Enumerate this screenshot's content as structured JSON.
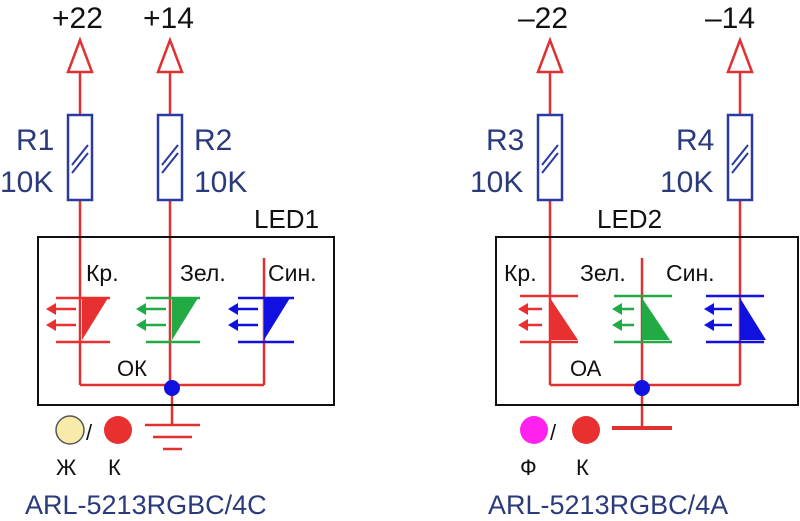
{
  "left": {
    "supply": [
      "+22",
      "+14"
    ],
    "resistors": [
      {
        "name": "R1",
        "value": "10K"
      },
      {
        "name": "R2",
        "value": "10K"
      }
    ],
    "led_name": "LED1",
    "colors": [
      "Кр.",
      "Зел.",
      "Син."
    ],
    "node": "ОК",
    "pin_labels": [
      "Ж",
      "К"
    ],
    "part": "ARL-5213RGBC/4C"
  },
  "right": {
    "supply": [
      "–22",
      "–14"
    ],
    "resistors": [
      {
        "name": "R3",
        "value": "10K"
      },
      {
        "name": "R4",
        "value": "10K"
      }
    ],
    "led_name": "LED2",
    "colors": [
      "Кр.",
      "Зел.",
      "Син."
    ],
    "node": "ОА",
    "pin_labels": [
      "Ф",
      "К"
    ],
    "part": "ARL-5213RGBC/4A"
  },
  "palette": {
    "wire": "#e03030",
    "resistor": "#2a3aa0",
    "red": "#e83030",
    "green": "#22aa44",
    "blue": "#1010e0",
    "node": "#1010e0",
    "yellow": "#f8eaa8",
    "magenta": "#ff22ee"
  }
}
